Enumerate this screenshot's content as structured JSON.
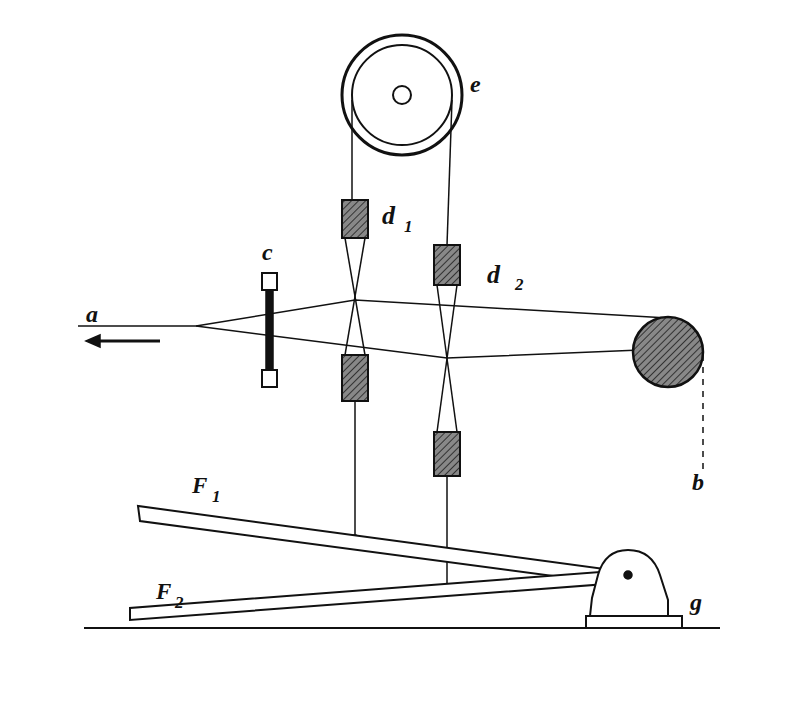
{
  "diagram": {
    "labels": [
      "a",
      "c",
      "d",
      "1",
      "d",
      "2",
      "e",
      "b",
      "F",
      "1",
      "F",
      "2",
      "g"
    ]
  }
}
